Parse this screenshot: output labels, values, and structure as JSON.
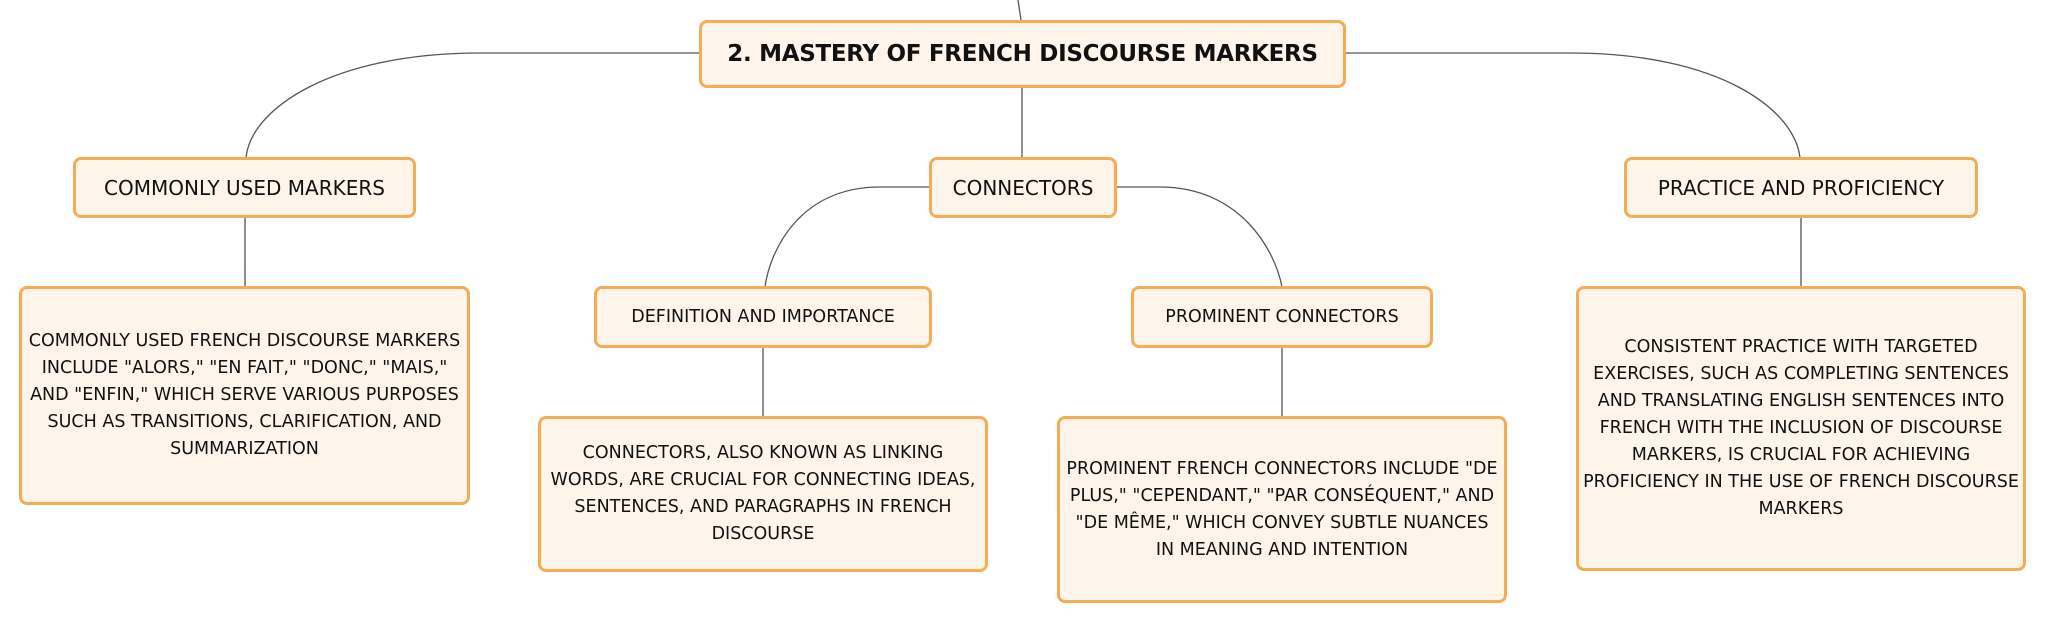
{
  "root": {
    "title": "2. MASTERY OF FRENCH DISCOURSE MARKERS"
  },
  "branches": {
    "commonly_used": {
      "label": "COMMONLY USED MARKERS",
      "detail": "COMMONLY USED FRENCH DISCOURSE MARKERS INCLUDE \"ALORS,\" \"EN FAIT,\" \"DONC,\" \"MAIS,\" AND \"ENFIN,\" WHICH SERVE VARIOUS PURPOSES SUCH AS TRANSITIONS, CLARIFICATION, AND SUMMARIZATION"
    },
    "connectors": {
      "label": "CONNECTORS",
      "definition": {
        "label": "DEFINITION AND IMPORTANCE",
        "detail": "CONNECTORS, ALSO KNOWN AS LINKING WORDS, ARE CRUCIAL FOR CONNECTING IDEAS, SENTENCES, AND PARAGRAPHS IN FRENCH DISCOURSE"
      },
      "prominent": {
        "label": "PROMINENT CONNECTORS",
        "detail": "PROMINENT FRENCH CONNECTORS INCLUDE \"DE PLUS,\" \"CEPENDANT,\" \"PAR CONSÉQUENT,\" AND \"DE MÊME,\" WHICH CONVEY SUBTLE NUANCES IN MEANING AND INTENTION"
      }
    },
    "practice": {
      "label": "PRACTICE AND PROFICIENCY",
      "detail": "CONSISTENT PRACTICE WITH TARGETED EXERCISES, SUCH AS COMPLETING SENTENCES AND TRANSLATING ENGLISH SENTENCES INTO FRENCH WITH THE INCLUSION OF DISCOURSE MARKERS, IS CRUCIAL FOR ACHIEVING PROFICIENCY IN THE USE OF FRENCH DISCOURSE MARKERS"
    }
  },
  "colors": {
    "node_border": "#f4ac55",
    "node_fill": "#fef4ea",
    "connector_line": "#555555",
    "text": "#111111"
  }
}
